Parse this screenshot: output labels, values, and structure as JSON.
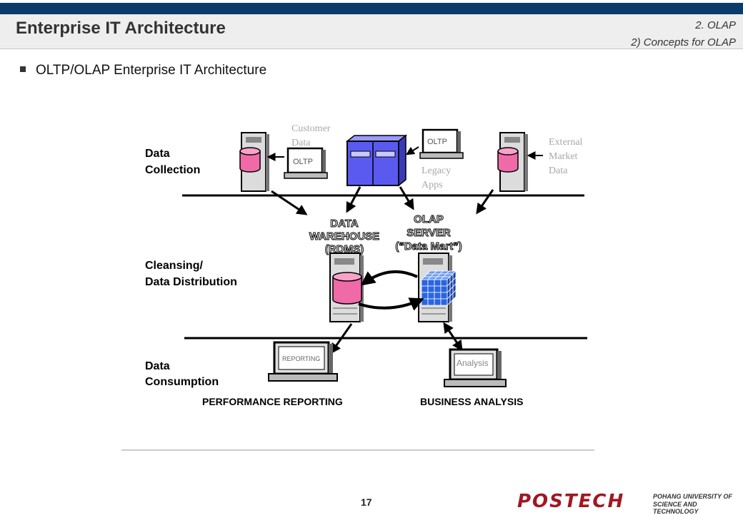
{
  "header": {
    "title": "Enterprise IT Architecture",
    "section": "2. OLAP",
    "subsection": "2) Concepts for OLAP"
  },
  "bullet": "OLTP/OLAP Enterprise IT Architecture",
  "diagram": {
    "layers": [
      {
        "line1": "Data",
        "line2": "Collection"
      },
      {
        "line1": "Cleansing/",
        "line2": "Data Distribution"
      },
      {
        "line1": "Data",
        "line2": "Consumption"
      }
    ],
    "customer_data": {
      "line1": "Customer",
      "line2": "Data"
    },
    "oltp_label": "OLTP",
    "legacy_apps": {
      "line1": "Legacy",
      "line2": "Apps"
    },
    "external_market_data": {
      "line1": "External",
      "line2": "Market",
      "line3": "Data"
    },
    "data_warehouse": {
      "line1": "DATA",
      "line2": "WAREHOUSE",
      "line3": "(RDMS)"
    },
    "olap_server": {
      "line1": "OLAP",
      "line2": "SERVER",
      "line3": "(“Data Mart”)"
    },
    "reporting_screen": "REPORTING",
    "analysis_screen": "Analysis",
    "performance_reporting": "PERFORMANCE REPORTING",
    "business_analysis": "BUSINESS ANALYSIS"
  },
  "footer": {
    "page_number": "17",
    "logo_text": "POSTECH",
    "logo_sub1": "POHANG UNIVERSITY OF",
    "logo_sub2": "SCIENCE AND TECHNOLOGY"
  },
  "colors": {
    "topbar": "#0b3a6b",
    "cylinder": "#f06aa8",
    "mainframe": "#5a5af0",
    "cube": "#2a64e0",
    "logo": "#a01822"
  }
}
